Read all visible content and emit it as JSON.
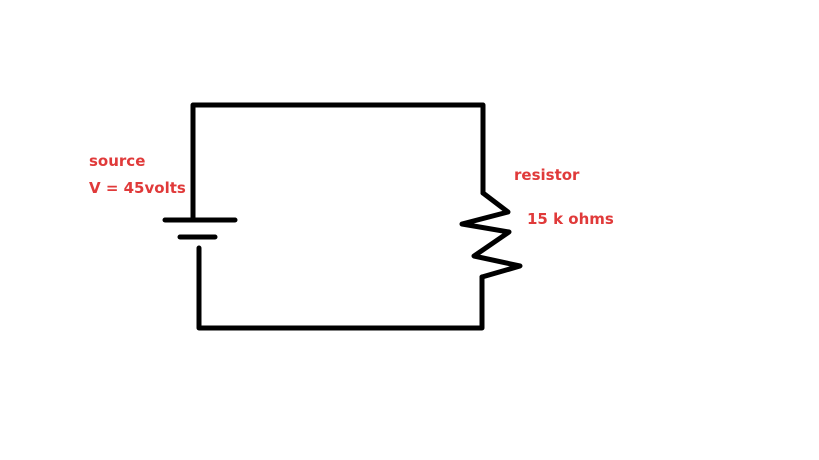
{
  "source": {
    "label": "source",
    "voltage": "V = 45volts"
  },
  "resistor": {
    "label": "resistor",
    "value": "15 k ohms"
  },
  "colors": {
    "wire": "#000000",
    "text": "#e03a3a"
  }
}
